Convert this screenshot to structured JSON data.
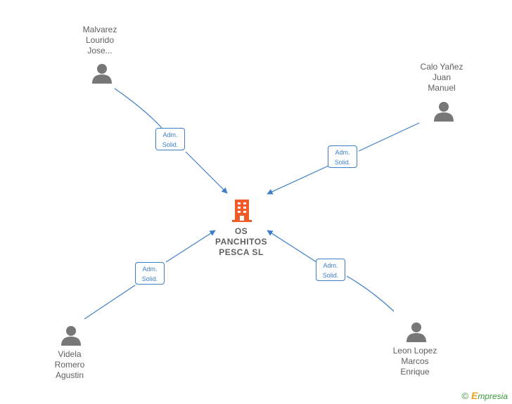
{
  "company": {
    "name": "OS\nPANCHITOS\nPESCA  SL",
    "icon": "building-icon",
    "color": "#f05a28"
  },
  "people": [
    {
      "id": "malvarez",
      "name": "Malvarez\nLourido\nJose...",
      "role_line1": "Adm.",
      "role_line2": "Solid."
    },
    {
      "id": "calo",
      "name": "Calo Yañez\nJuan\nManuel",
      "role_line1": "Adm.",
      "role_line2": "Solid."
    },
    {
      "id": "videla",
      "name": "Videla\nRomero\nAgustin",
      "role_line1": "Adm.",
      "role_line2": "Solid."
    },
    {
      "id": "leon",
      "name": "Leon Lopez\nMarcos\nEnrique",
      "role_line1": "Adm.",
      "role_line2": "Solid."
    }
  ],
  "colors": {
    "edge": "#3d7fc8",
    "person": "#777777",
    "text": "#5f5f5f"
  },
  "brand": {
    "copyright": "©",
    "e": "E",
    "name": "mpresia"
  }
}
